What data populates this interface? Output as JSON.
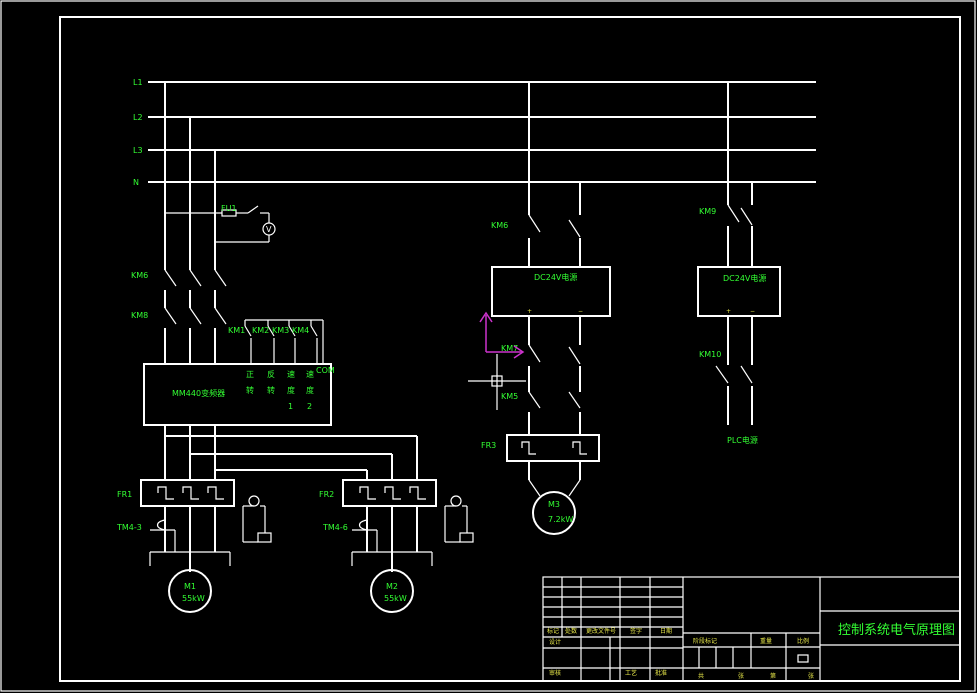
{
  "bus_labels": [
    "L1",
    "L2",
    "L3",
    "N"
  ],
  "components": {
    "fu1": "FU1",
    "km6_left": "KM6",
    "km8": "KM8",
    "km1": "KM1",
    "km2": "KM2",
    "km3": "KM3",
    "km4": "KM4",
    "inverter": "MM440变频器",
    "inverter_terms": [
      "正",
      "反",
      "速",
      "速"
    ],
    "inverter_terms2": [
      "转",
      "转",
      "度",
      "度"
    ],
    "inverter_terms3": [
      "",
      "",
      "1",
      "2"
    ],
    "com": "COM",
    "fr1": "FR1",
    "fr2": "FR2",
    "tm_a": "TM4-3",
    "tm_b": "TM4-6",
    "m1": "M1",
    "m1_power": "55kW",
    "m2": "M2",
    "m2_power": "55kW",
    "km6_mid": "KM6",
    "psu_mid": "DC24V电源",
    "psu_mid_plus": "+",
    "psu_mid_minus": "−",
    "km7": "KM7",
    "km5": "KM5",
    "fr3": "FR3",
    "m3": "M3",
    "m3_power": "7.2kW",
    "km9": "KM9",
    "psu_right": "DC24V电源",
    "psu_right_plus": "+",
    "psu_right_minus": "−",
    "km10": "KM10",
    "plc": "PLC电源"
  },
  "title_block": {
    "drawing_title": "控制系统电气原理图",
    "row_labels": [
      "标记",
      "处数",
      "更改文件号",
      "签字",
      "日期"
    ],
    "design_labels": [
      "设计",
      "审核",
      "工艺",
      "批准"
    ],
    "stage_labels": [
      "阶段标记",
      "重量",
      "比例"
    ],
    "sheet_labels": [
      "共",
      "张",
      "第",
      "张"
    ]
  },
  "colors": {
    "line": "#ffffff",
    "label": "#33ff33",
    "ucs": "#cc33cc",
    "background": "#000000"
  }
}
